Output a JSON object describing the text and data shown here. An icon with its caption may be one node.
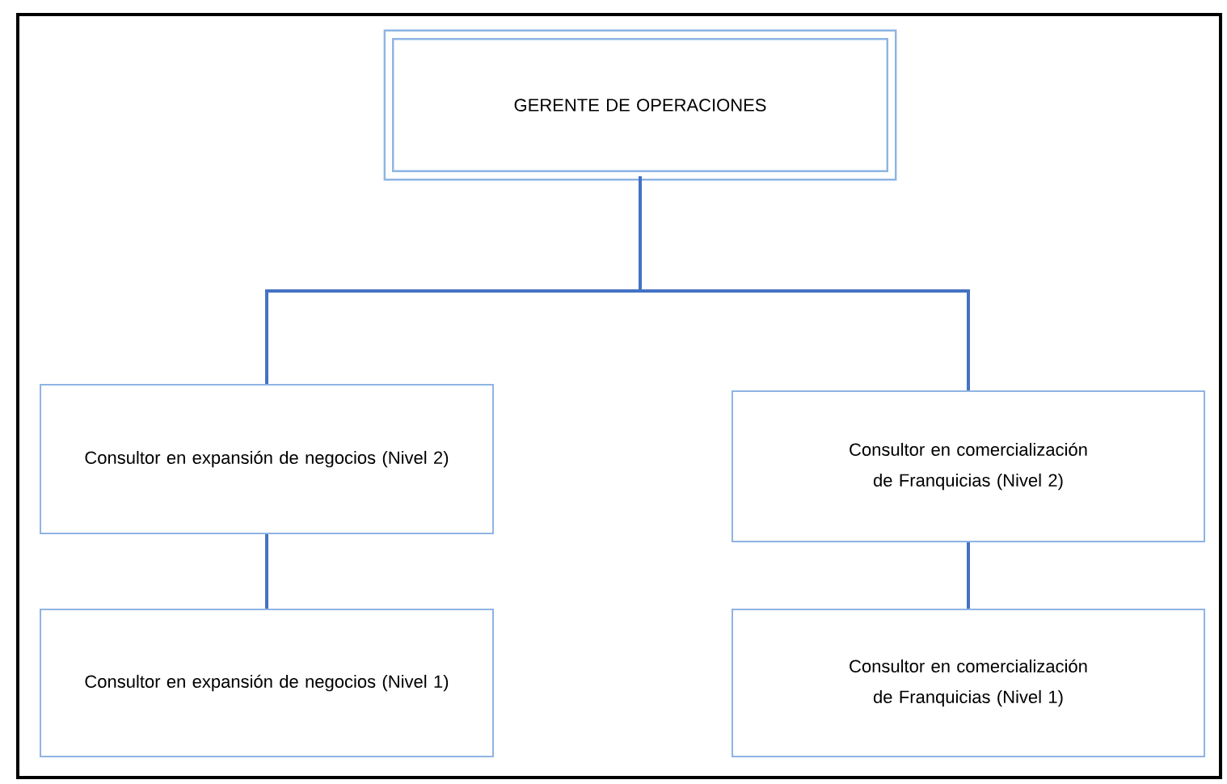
{
  "diagram": {
    "nodes": [
      {
        "text": [
          "GERENTE DE OPERACIONES"
        ]
      },
      {
        "text": [
          "Consultor en expansión de negocios (Nivel 2)"
        ]
      },
      {
        "text": [
          "Consultor en expansión de negocios (Nivel 1)"
        ]
      },
      {
        "text": [
          "Consultor en comercialización de Franquicias (Nivel 2)"
        ]
      },
      {
        "text": [
          "Consultor en comercialización de Franquicias (Nivel 1)"
        ]
      }
    ],
    "edges": [
      {
        "from": 0,
        "to": 1,
        "arrow": "none"
      },
      {
        "from": 0,
        "to": 3,
        "arrow": "none"
      },
      {
        "from": 1,
        "to": 2,
        "arrow": "none"
      },
      {
        "from": 3,
        "to": 4,
        "arrow": "none"
      }
    ]
  }
}
